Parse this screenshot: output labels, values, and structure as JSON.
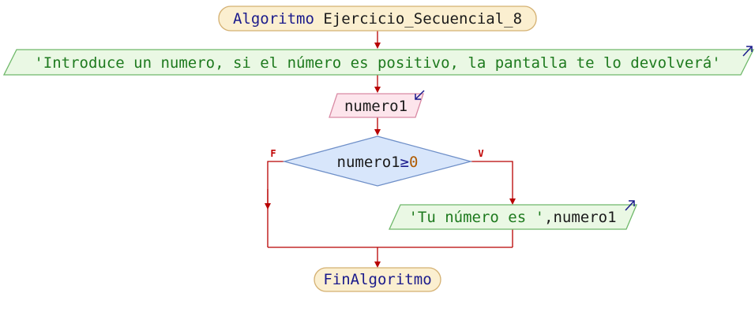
{
  "flowchart": {
    "start": {
      "keyword": "Algoritmo",
      "name": "Ejercicio_Secuencial_8"
    },
    "output_prompt": {
      "text": "'Introduce un numero, si el número es positivo, la pantalla te lo devolverá'"
    },
    "input": {
      "variable": "numero1"
    },
    "decision": {
      "variable": "numero1",
      "operator": "≥",
      "value": "0",
      "false_label": "F",
      "true_label": "V"
    },
    "output_result": {
      "string_part": "'Tu número es '",
      "separator": ",",
      "variable": "numero1"
    },
    "end": {
      "keyword": "FinAlgoritmo"
    }
  },
  "colors": {
    "terminal_fill": "#fbefd0",
    "terminal_stroke": "#d4b071",
    "output_fill": "#eaf8e4",
    "output_stroke": "#6fb86a",
    "input_fill": "#fde5ec",
    "input_stroke": "#d98aa4",
    "decision_fill": "#d8e6fb",
    "decision_stroke": "#6e8fc8",
    "connector": "#b80000",
    "io_arrow": "#1a1a8c"
  }
}
